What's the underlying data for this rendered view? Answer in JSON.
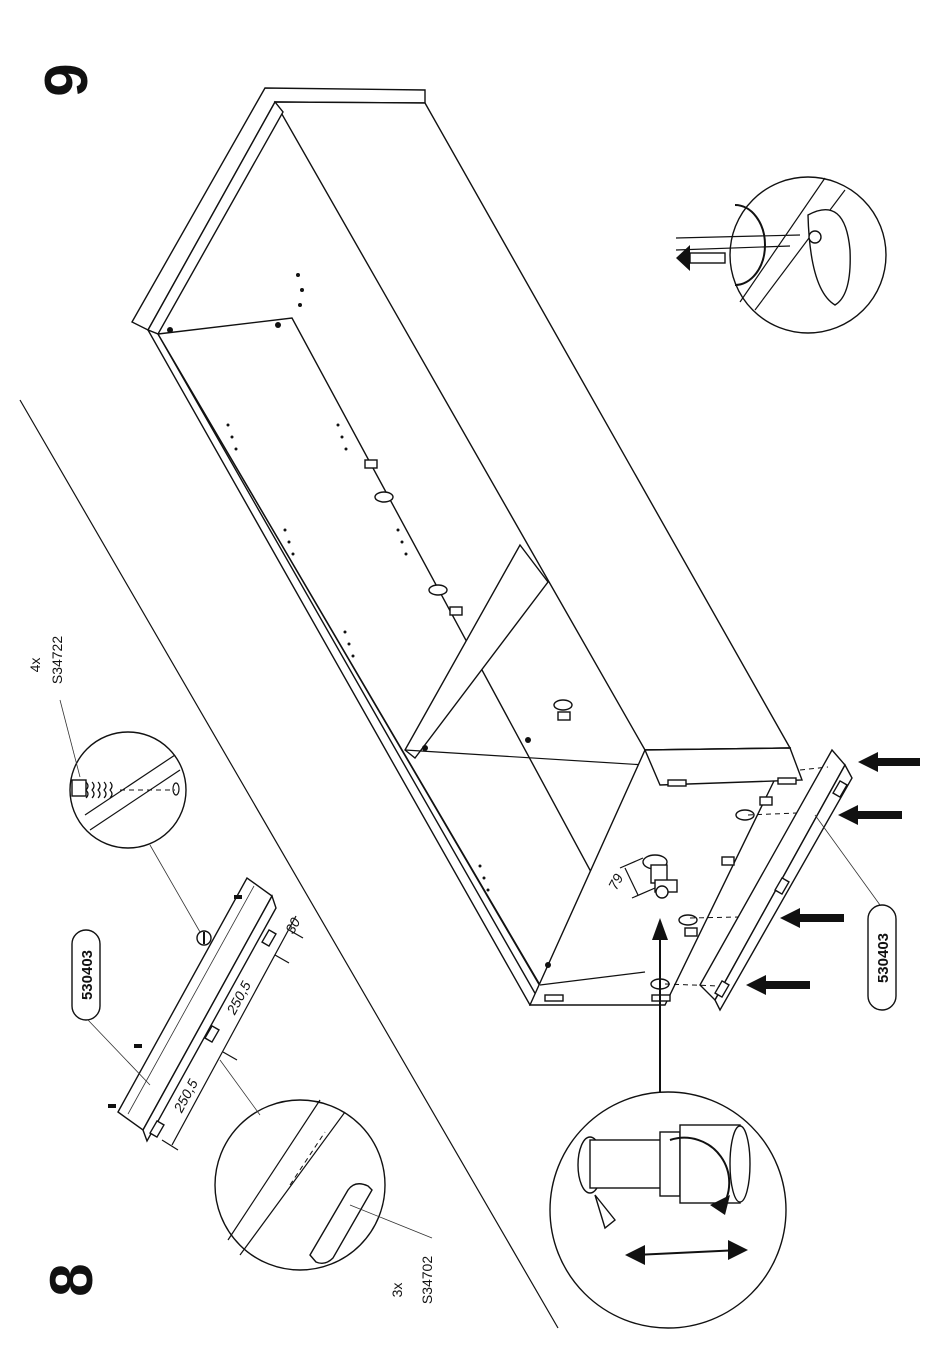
{
  "steps": {
    "step_left": "8",
    "step_right": "9"
  },
  "step8": {
    "part_number": "530403",
    "hardware_top": {
      "qty": "4x",
      "code": "S34722"
    },
    "hardware_bottom": {
      "qty": "3x",
      "code": "S34702"
    },
    "dimensions": {
      "d1": "250,5",
      "d2": "250,5",
      "d3": "30"
    }
  },
  "step9": {
    "part_number": "530403",
    "leg_height": "79"
  }
}
